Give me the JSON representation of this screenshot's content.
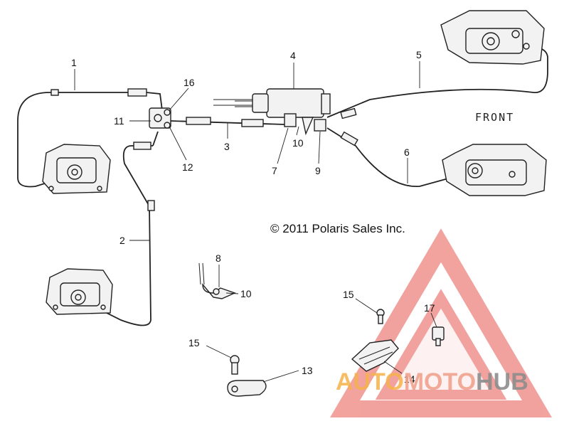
{
  "copyright": "© 2011 Polaris Sales Inc.",
  "front_label": "FRONT",
  "watermark": {
    "part1": "AUTO",
    "part2": "MOTO",
    "part3": "HUB",
    "logo_color": "#e8574f"
  },
  "callouts": {
    "c1": "1",
    "c2": "2",
    "c3": "3",
    "c4": "4",
    "c5": "5",
    "c6": "6",
    "c7": "7",
    "c8": "8",
    "c9": "9",
    "c10a": "10",
    "c10b": "10",
    "c11": "11",
    "c12": "12",
    "c13": "13",
    "c14": "14",
    "c15a": "15",
    "c15b": "15",
    "c16": "16",
    "c17": "17"
  }
}
